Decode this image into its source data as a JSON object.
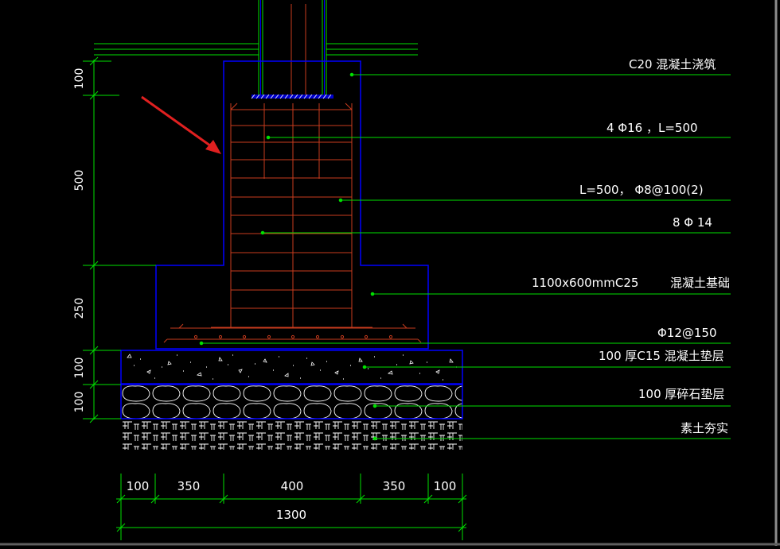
{
  "colors": {
    "background": "#000000",
    "outline": "#0000ff",
    "rebar": "#c83c1e",
    "leader": "#00e000",
    "text": "#ffffff",
    "pointer_arrow": "#e02020"
  },
  "annotations": [
    {
      "key": "pour",
      "text": "C20  混凝土浇筑"
    },
    {
      "key": "main_bars",
      "text": "4   Φ16 ，L=500"
    },
    {
      "key": "stirrups",
      "text": "L=500，   Φ8@100(2)"
    },
    {
      "key": "bars_8",
      "text": "8  Φ  14"
    },
    {
      "key": "foundation_spec",
      "text": "1100x600mmC25"
    },
    {
      "key": "foundation_name",
      "text": "混凝土基础"
    },
    {
      "key": "bottom_mesh",
      "text": "Φ12@150"
    },
    {
      "key": "c15_layer",
      "text": "100  厚C15  混凝土垫层"
    },
    {
      "key": "gravel_layer",
      "text": "100  厚碎石垫层"
    },
    {
      "key": "soil",
      "text": "素土夯实"
    }
  ],
  "vertical_dims": [
    "100",
    "500",
    "250",
    "100",
    "100"
  ],
  "horizontal_dims": [
    "100",
    "350",
    "400",
    "350",
    "100"
  ],
  "total_dim": "1300"
}
